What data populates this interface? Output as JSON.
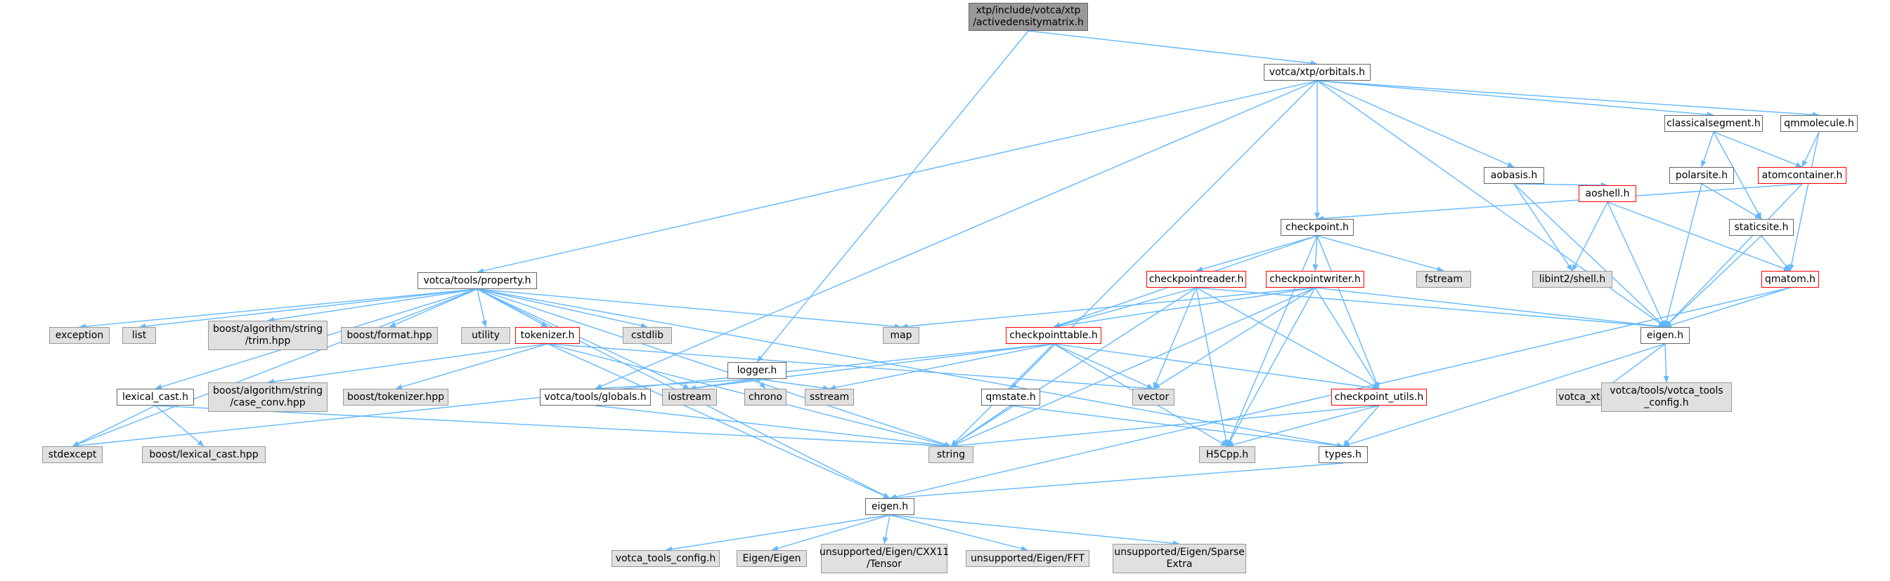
{
  "page": {
    "background": "#ffffff"
  },
  "colors": {
    "edge": "#63b8ff",
    "node_border": "#666666",
    "external_fill": "#e0e0e0",
    "truncated_border": "#ff0000",
    "root_fill": "#999999"
  },
  "nodes": {
    "root": "xtp/include/votca/xtp\n/activedensitymatrix.h",
    "orbitals": "votca/xtp/orbitals.h",
    "logger": "logger.h",
    "property": "votca/tools/property.h",
    "classicalsegment": "classicalsegment.h",
    "qmmolecule": "qmmolecule.h",
    "aobasis": "aobasis.h",
    "polarsite": "polarsite.h",
    "atomcontainer": "atomcontainer.h",
    "checkpoint": "checkpoint.h",
    "aoshell": "aoshell.h",
    "staticsite": "staticsite.h",
    "fstream": "fstream",
    "libint2": "libint2/shell.h",
    "checkpointreader": "checkpointreader.h",
    "checkpointwriter": "checkpointwriter.h",
    "qmatom": "qmatom.h",
    "exception": "exception",
    "list": "list",
    "boost_trim": "boost/algorithm/string\n/trim.hpp",
    "boost_format": "boost/format.hpp",
    "utility": "utility",
    "tokenizer": "tokenizer.h",
    "cstdlib": "cstdlib",
    "map": "map",
    "checkpointtable": "checkpointtable.h",
    "eigen_xtp": "eigen.h",
    "lexical_cast": "lexical_cast.h",
    "boost_case_conv": "boost/algorithm/string\n/case_conv.hpp",
    "boost_tokenizer": "boost/tokenizer.hpp",
    "globals": "votca/tools/globals.h",
    "iostream": "iostream",
    "chrono": "chrono",
    "sstream": "sstream",
    "qmstate": "qmstate.h",
    "vector": "vector",
    "checkpoint_utils": "checkpoint_utils.h",
    "votca_xtp_config": "votca_xtp_config.h",
    "votca_tools_config_h": "votca/tools/votca_tools\n_config.h",
    "stdexcept": "stdexcept",
    "boost_lexical_cast": "boost/lexical_cast.hpp",
    "string": "string",
    "h5cpp": "H5Cpp.h",
    "types": "types.h",
    "eigen_tools": "eigen.h",
    "votca_tools_config": "votca_tools_config.h",
    "eigen_eigen": "Eigen/Eigen",
    "cxx11_tensor": "unsupported/Eigen/CXX11\n/Tensor",
    "eigen_fft": "unsupported/Eigen/FFT",
    "sparse_extra": "unsupported/Eigen/Sparse\nExtra"
  }
}
